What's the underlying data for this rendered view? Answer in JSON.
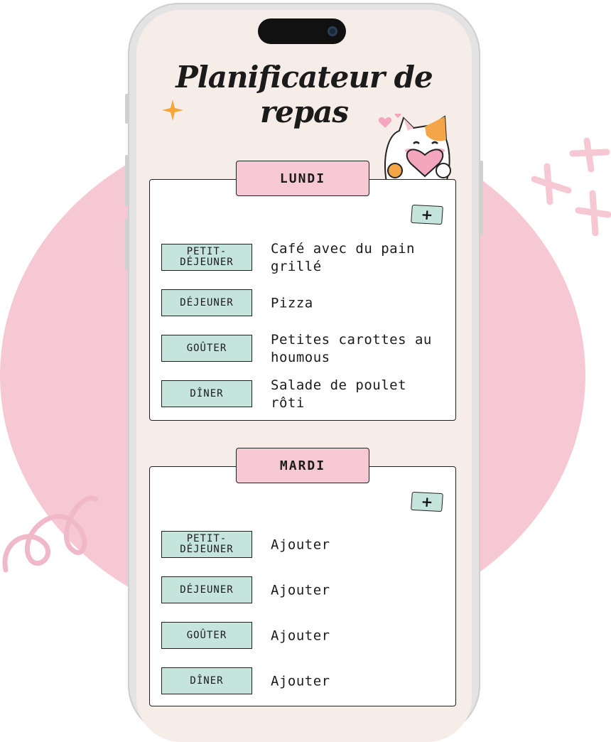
{
  "app": {
    "title": "Planificateur de repas"
  },
  "days": [
    {
      "name": "LUNDI",
      "add_label": "+",
      "meals": [
        {
          "label": "PETIT-DÉJEUNER",
          "value": "Café avec du pain grillé"
        },
        {
          "label": "DÉJEUNER",
          "value": "Pizza"
        },
        {
          "label": "GOÛTER",
          "value": "Petites carottes au houmous"
        },
        {
          "label": "DÎNER",
          "value": "Salade de poulet rôti"
        }
      ]
    },
    {
      "name": "MARDI",
      "add_label": "+",
      "meals": [
        {
          "label": "PETIT-DÉJEUNER",
          "value": "Ajouter"
        },
        {
          "label": "DÉJEUNER",
          "value": "Ajouter"
        },
        {
          "label": "GOÛTER",
          "value": "Ajouter"
        },
        {
          "label": "DÎNER",
          "value": "Ajouter"
        }
      ]
    }
  ],
  "colors": {
    "background_circle": "#f6c8d4",
    "screen": "#f7ede8",
    "day_tab": "#f6c8d4",
    "meal_label": "#c5e4dc",
    "card": "#ffffff"
  },
  "icons": {
    "add": "plus-icon",
    "decoration": [
      "cat-heart-illustration",
      "sparkle-icon",
      "swirl-decoration",
      "cross-sparkles"
    ]
  }
}
